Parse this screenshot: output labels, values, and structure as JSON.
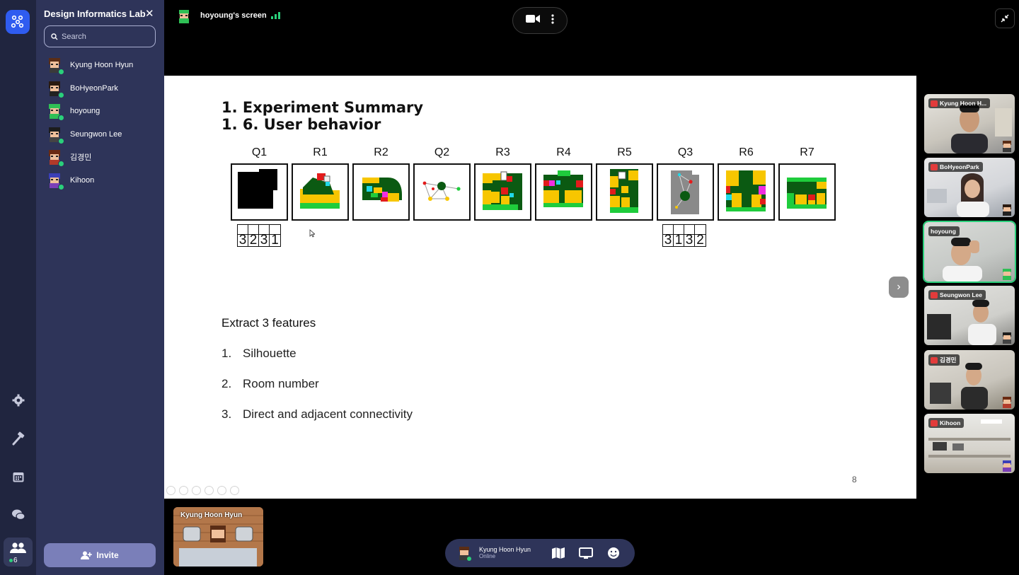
{
  "sidebar": {
    "title": "Design Informatics Lab",
    "search_placeholder": "Search",
    "users": [
      {
        "name": "Kyung Hoon Hyun"
      },
      {
        "name": "BoHyeonPark"
      },
      {
        "name": "hoyoung"
      },
      {
        "name": "Seungwon Lee"
      },
      {
        "name": "김경민"
      },
      {
        "name": "Kihoon"
      }
    ],
    "invite_label": "Invite",
    "online_count": "6"
  },
  "topbar": {
    "screen_owner": "hoyoung's screen"
  },
  "slide": {
    "title_line1": "1. Experiment Summary",
    "title_line2": "1. 6. User behavior",
    "plans": [
      {
        "label": "Q1"
      },
      {
        "label": "R1"
      },
      {
        "label": "R2"
      },
      {
        "label": "Q2"
      },
      {
        "label": "R3"
      },
      {
        "label": "R4"
      },
      {
        "label": "R5"
      },
      {
        "label": "Q3"
      },
      {
        "label": "R6"
      },
      {
        "label": "R7"
      }
    ],
    "rank_q1": [
      "3",
      "2",
      "3",
      "1"
    ],
    "rank_q3": [
      "3",
      "1",
      "3",
      "2"
    ],
    "features_title": "Extract 3 features",
    "features": [
      {
        "num": "1.",
        "text": "Silhouette"
      },
      {
        "num": "2.",
        "text": "Room number"
      },
      {
        "num": "3.",
        "text": "Direct and adjacent connectivity"
      }
    ],
    "page_number": "8"
  },
  "video_tiles": [
    {
      "name": "Kyung Hoon H..."
    },
    {
      "name": "BoHyeonPark"
    },
    {
      "name": "hoyoung"
    },
    {
      "name": "Seungwon Lee"
    },
    {
      "name": "김경민"
    },
    {
      "name": "Kihoon"
    }
  ],
  "minimap": {
    "name": "Kyung Hoon Hyun"
  },
  "dock": {
    "user_name": "Kyung Hoon Hyun",
    "status": "Online"
  },
  "colors": {
    "rail": "#20253f",
    "sidebar": "#2e3459",
    "accent": "#2f5cf0",
    "online": "#2ad07b",
    "plan_green_dark": "#0b5a12",
    "plan_green": "#1fcc3c",
    "plan_yellow": "#f7c600",
    "plan_red": "#e31b1b",
    "plan_magenta": "#f02ee0",
    "plan_cyan": "#21d8e8"
  },
  "icons": [
    "gather-logo-icon",
    "gear-icon",
    "hammer-icon",
    "calendar-icon",
    "chat-icon",
    "people-icon",
    "search-icon",
    "close-icon",
    "camera-icon",
    "more-icon",
    "collapse-icon",
    "chevron-right-icon",
    "map-icon",
    "screen-share-icon",
    "emoji-icon",
    "add-user-icon"
  ]
}
